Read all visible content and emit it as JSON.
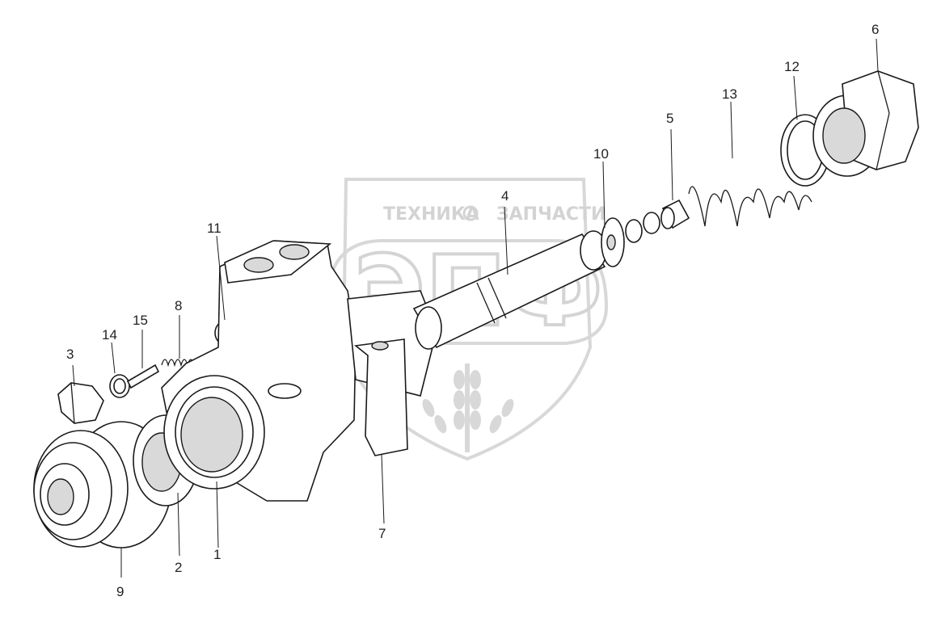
{
  "watermark": {
    "brand_left": "ТЕХНИКА",
    "brand_right": "ЗАПЧАСТИ",
    "logo_letters": "ЭПФ"
  },
  "callouts": [
    {
      "id": "1",
      "label": "1"
    },
    {
      "id": "2",
      "label": "2"
    },
    {
      "id": "3",
      "label": "3"
    },
    {
      "id": "4",
      "label": "4"
    },
    {
      "id": "5",
      "label": "5"
    },
    {
      "id": "6",
      "label": "6"
    },
    {
      "id": "7",
      "label": "7"
    },
    {
      "id": "8",
      "label": "8"
    },
    {
      "id": "9",
      "label": "9"
    },
    {
      "id": "10",
      "label": "10"
    },
    {
      "id": "11",
      "label": "11"
    },
    {
      "id": "12",
      "label": "12"
    },
    {
      "id": "13",
      "label": "13"
    },
    {
      "id": "14",
      "label": "14"
    },
    {
      "id": "15",
      "label": "15"
    }
  ]
}
